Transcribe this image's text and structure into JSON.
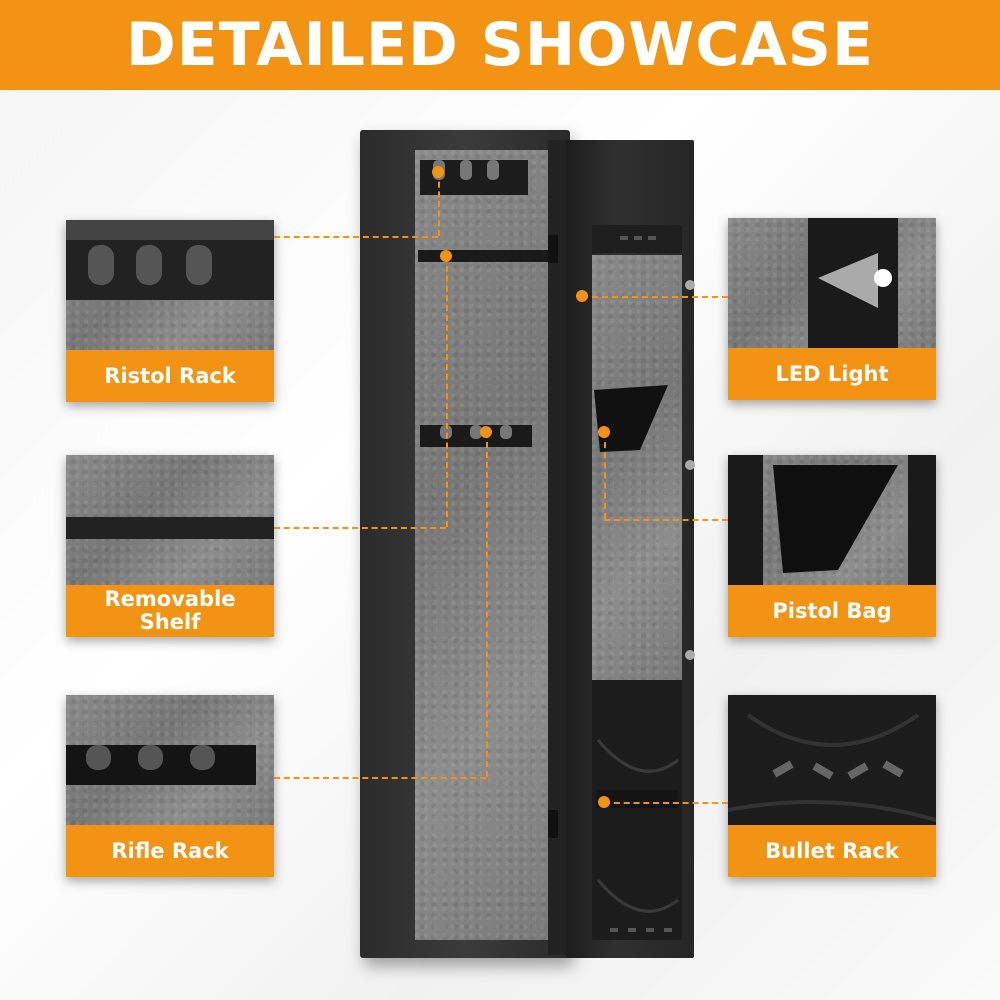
{
  "banner": {
    "title": "DETAILED SHOWCASE"
  },
  "callouts_left": [
    {
      "label": "Ristol Rack"
    },
    {
      "label": "Removable\nShelf"
    },
    {
      "label": "Rifle Rack"
    }
  ],
  "callouts_right": [
    {
      "label": "LED Light"
    },
    {
      "label": "Pistol Bag"
    },
    {
      "label": "Bullet Rack"
    }
  ],
  "colors": {
    "accent": "#f39313",
    "safe": "#2e2e2e",
    "felt": "#8a8a8a"
  }
}
